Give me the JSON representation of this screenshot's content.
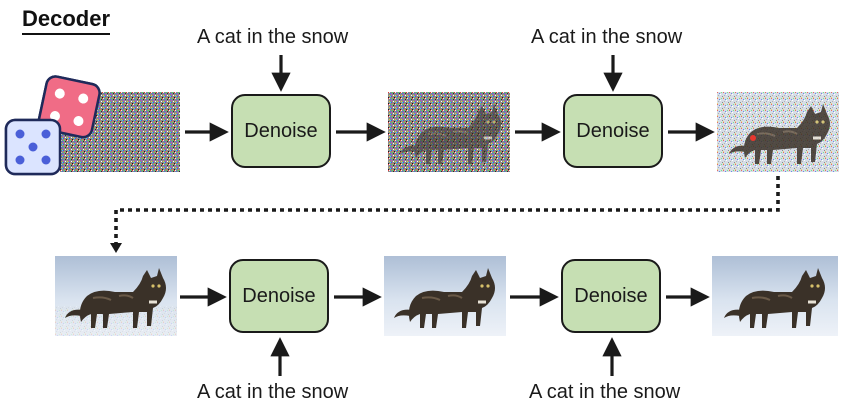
{
  "diagram": {
    "title": "Decoder",
    "denoise_label": "Denoise",
    "prompts": {
      "top_1": "A cat in the snow",
      "top_2": "A cat in the snow",
      "bottom_1": "A cat in the snow",
      "bottom_2": "A cat in the snow"
    }
  },
  "colors": {
    "denoise_fill": "#c6dfb3",
    "stroke": "#1a1a1a",
    "dice_pink": "#f06c86",
    "dice_blue": "#dbe4ff",
    "snow": "#e3ebf5"
  },
  "icons": [
    "dice-icon",
    "arrow-icon",
    "cat-image"
  ]
}
